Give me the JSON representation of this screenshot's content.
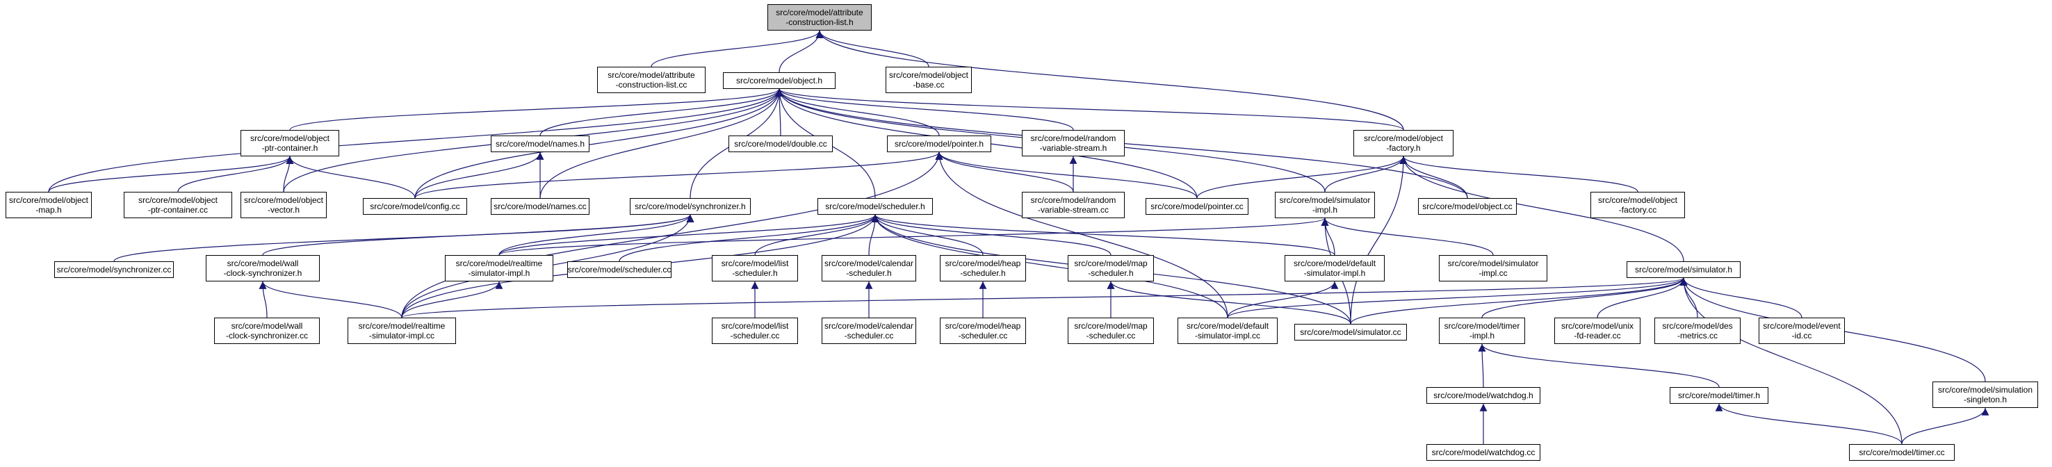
{
  "colors": {
    "edge": "#191970",
    "node_border": "#000000",
    "root_fill": "#bfbfbf",
    "node_fill": "#ffffff"
  },
  "nodes": {
    "root": [
      "src/core/model/attribute",
      "-construction-list.h"
    ],
    "attr_cc": [
      "src/core/model/attribute",
      "-construction-list.cc"
    ],
    "object_h": [
      "src/core/model/object.h"
    ],
    "obj_base": [
      "src/core/model/object",
      "-base.cc"
    ],
    "optr_h": [
      "src/core/model/object",
      "-ptr-container.h"
    ],
    "names_h": [
      "src/core/model/names.h"
    ],
    "double_cc": [
      "src/core/model/double.cc"
    ],
    "pointer_h": [
      "src/core/model/pointer.h"
    ],
    "rvs_h": [
      "src/core/model/random",
      "-variable-stream.h"
    ],
    "of_h": [
      "src/core/model/object",
      "-factory.h"
    ],
    "omap": [
      "src/core/model/object",
      "-map.h"
    ],
    "optr_cc": [
      "src/core/model/object",
      "-ptr-container.cc"
    ],
    "ovec": [
      "src/core/model/object",
      "-vector.h"
    ],
    "config_cc": [
      "src/core/model/config.cc"
    ],
    "names_cc": [
      "src/core/model/names.cc"
    ],
    "sync_h": [
      "src/core/model/synchronizer.h"
    ],
    "sched_h": [
      "src/core/model/scheduler.h"
    ],
    "rvs_cc": [
      "src/core/model/random",
      "-variable-stream.cc"
    ],
    "pointer_cc": [
      "src/core/model/pointer.cc"
    ],
    "simimpl_h": [
      "src/core/model/simulator",
      "-impl.h"
    ],
    "object_cc": [
      "src/core/model/object.cc"
    ],
    "of_cc": [
      "src/core/model/object",
      "-factory.cc"
    ],
    "sync_cc": [
      "src/core/model/synchronizer.cc"
    ],
    "wcs_h": [
      "src/core/model/wall",
      "-clock-synchronizer.h"
    ],
    "rtsi_h": [
      "src/core/model/realtime",
      "-simulator-impl.h"
    ],
    "sched_cc": [
      "src/core/model/scheduler.cc"
    ],
    "ls_h": [
      "src/core/model/list",
      "-scheduler.h"
    ],
    "cs_h": [
      "src/core/model/calendar",
      "-scheduler.h"
    ],
    "hs_h": [
      "src/core/model/heap",
      "-scheduler.h"
    ],
    "ms_h": [
      "src/core/model/map",
      "-scheduler.h"
    ],
    "dsi_h": [
      "src/core/model/default",
      "-simulator-impl.h"
    ],
    "simimpl_cc": [
      "src/core/model/simulator",
      "-impl.cc"
    ],
    "sim_h": [
      "src/core/model/simulator.h"
    ],
    "wcs_cc": [
      "src/core/model/wall",
      "-clock-synchronizer.cc"
    ],
    "rtsi_cc": [
      "src/core/model/realtime",
      "-simulator-impl.cc"
    ],
    "ls_cc": [
      "src/core/model/list",
      "-scheduler.cc"
    ],
    "cs_cc": [
      "src/core/model/calendar",
      "-scheduler.cc"
    ],
    "hs_cc": [
      "src/core/model/heap",
      "-scheduler.cc"
    ],
    "ms_cc": [
      "src/core/model/map",
      "-scheduler.cc"
    ],
    "dsi_cc": [
      "src/core/model/default",
      "-simulator-impl.cc"
    ],
    "sim_cc": [
      "src/core/model/simulator.cc"
    ],
    "timerimpl_h": [
      "src/core/model/timer",
      "-impl.h"
    ],
    "unixfd_cc": [
      "src/core/model/unix",
      "-fd-reader.cc"
    ],
    "des_cc": [
      "src/core/model/des",
      "-metrics.cc"
    ],
    "eventid_cc": [
      "src/core/model/event",
      "-id.cc"
    ],
    "simsing_h": [
      "src/core/model/simulation",
      "-singleton.h"
    ],
    "wd_h": [
      "src/core/model/watchdog.h"
    ],
    "timer_h": [
      "src/core/model/timer.h"
    ],
    "wd_cc": [
      "src/core/model/watchdog.cc"
    ],
    "timer_cc": [
      "src/core/model/timer.cc"
    ]
  },
  "edges": [
    [
      "root",
      "attr_cc"
    ],
    [
      "root",
      "object_h"
    ],
    [
      "root",
      "obj_base"
    ],
    [
      "root",
      "of_h"
    ],
    [
      "object_h",
      "optr_h"
    ],
    [
      "object_h",
      "names_h"
    ],
    [
      "object_h",
      "double_cc"
    ],
    [
      "object_h",
      "pointer_h"
    ],
    [
      "object_h",
      "rvs_h"
    ],
    [
      "object_h",
      "of_h"
    ],
    [
      "object_h",
      "omap"
    ],
    [
      "object_h",
      "ovec"
    ],
    [
      "object_h",
      "config_cc"
    ],
    [
      "object_h",
      "names_cc"
    ],
    [
      "object_h",
      "sync_h"
    ],
    [
      "object_h",
      "sched_h"
    ],
    [
      "object_h",
      "simimpl_h"
    ],
    [
      "object_h",
      "object_cc"
    ],
    [
      "object_h",
      "pointer_cc"
    ],
    [
      "optr_h",
      "omap"
    ],
    [
      "optr_h",
      "optr_cc"
    ],
    [
      "optr_h",
      "ovec"
    ],
    [
      "optr_h",
      "config_cc"
    ],
    [
      "names_h",
      "config_cc"
    ],
    [
      "names_h",
      "names_cc"
    ],
    [
      "pointer_h",
      "config_cc"
    ],
    [
      "pointer_h",
      "rvs_cc"
    ],
    [
      "pointer_h",
      "pointer_cc"
    ],
    [
      "pointer_h",
      "rtsi_cc"
    ],
    [
      "pointer_h",
      "dsi_cc"
    ],
    [
      "rvs_h",
      "rvs_cc"
    ],
    [
      "of_h",
      "pointer_cc"
    ],
    [
      "of_h",
      "simimpl_h"
    ],
    [
      "of_h",
      "object_cc"
    ],
    [
      "of_h",
      "of_cc"
    ],
    [
      "of_h",
      "sim_h"
    ],
    [
      "of_h",
      "sim_cc"
    ],
    [
      "sync_h",
      "sync_cc"
    ],
    [
      "sync_h",
      "wcs_h"
    ],
    [
      "sync_h",
      "rtsi_h"
    ],
    [
      "sync_h",
      "rtsi_cc"
    ],
    [
      "sched_h",
      "rtsi_h"
    ],
    [
      "sched_h",
      "sched_cc"
    ],
    [
      "sched_h",
      "ls_h"
    ],
    [
      "sched_h",
      "cs_h"
    ],
    [
      "sched_h",
      "hs_h"
    ],
    [
      "sched_h",
      "ms_h"
    ],
    [
      "sched_h",
      "dsi_h"
    ],
    [
      "sched_h",
      "rtsi_cc"
    ],
    [
      "sched_h",
      "dsi_cc"
    ],
    [
      "sched_h",
      "sim_cc"
    ],
    [
      "simimpl_h",
      "rtsi_h"
    ],
    [
      "simimpl_h",
      "dsi_h"
    ],
    [
      "simimpl_h",
      "simimpl_cc"
    ],
    [
      "simimpl_h",
      "sim_cc"
    ],
    [
      "wcs_h",
      "wcs_cc"
    ],
    [
      "wcs_h",
      "rtsi_cc"
    ],
    [
      "rtsi_h",
      "rtsi_cc"
    ],
    [
      "ls_h",
      "ls_cc"
    ],
    [
      "cs_h",
      "cs_cc"
    ],
    [
      "hs_h",
      "hs_cc"
    ],
    [
      "ms_h",
      "ms_cc"
    ],
    [
      "ms_h",
      "sim_cc"
    ],
    [
      "dsi_h",
      "dsi_cc"
    ],
    [
      "sim_h",
      "rtsi_cc"
    ],
    [
      "sim_h",
      "dsi_cc"
    ],
    [
      "sim_h",
      "sim_cc"
    ],
    [
      "sim_h",
      "timerimpl_h"
    ],
    [
      "sim_h",
      "unixfd_cc"
    ],
    [
      "sim_h",
      "des_cc"
    ],
    [
      "sim_h",
      "eventid_cc"
    ],
    [
      "sim_h",
      "timer_cc"
    ],
    [
      "sim_h",
      "simsing_h"
    ],
    [
      "timerimpl_h",
      "wd_h"
    ],
    [
      "timerimpl_h",
      "timer_h"
    ],
    [
      "wd_h",
      "wd_cc"
    ],
    [
      "timer_h",
      "timer_cc"
    ],
    [
      "simsing_h",
      "timer_cc"
    ]
  ]
}
